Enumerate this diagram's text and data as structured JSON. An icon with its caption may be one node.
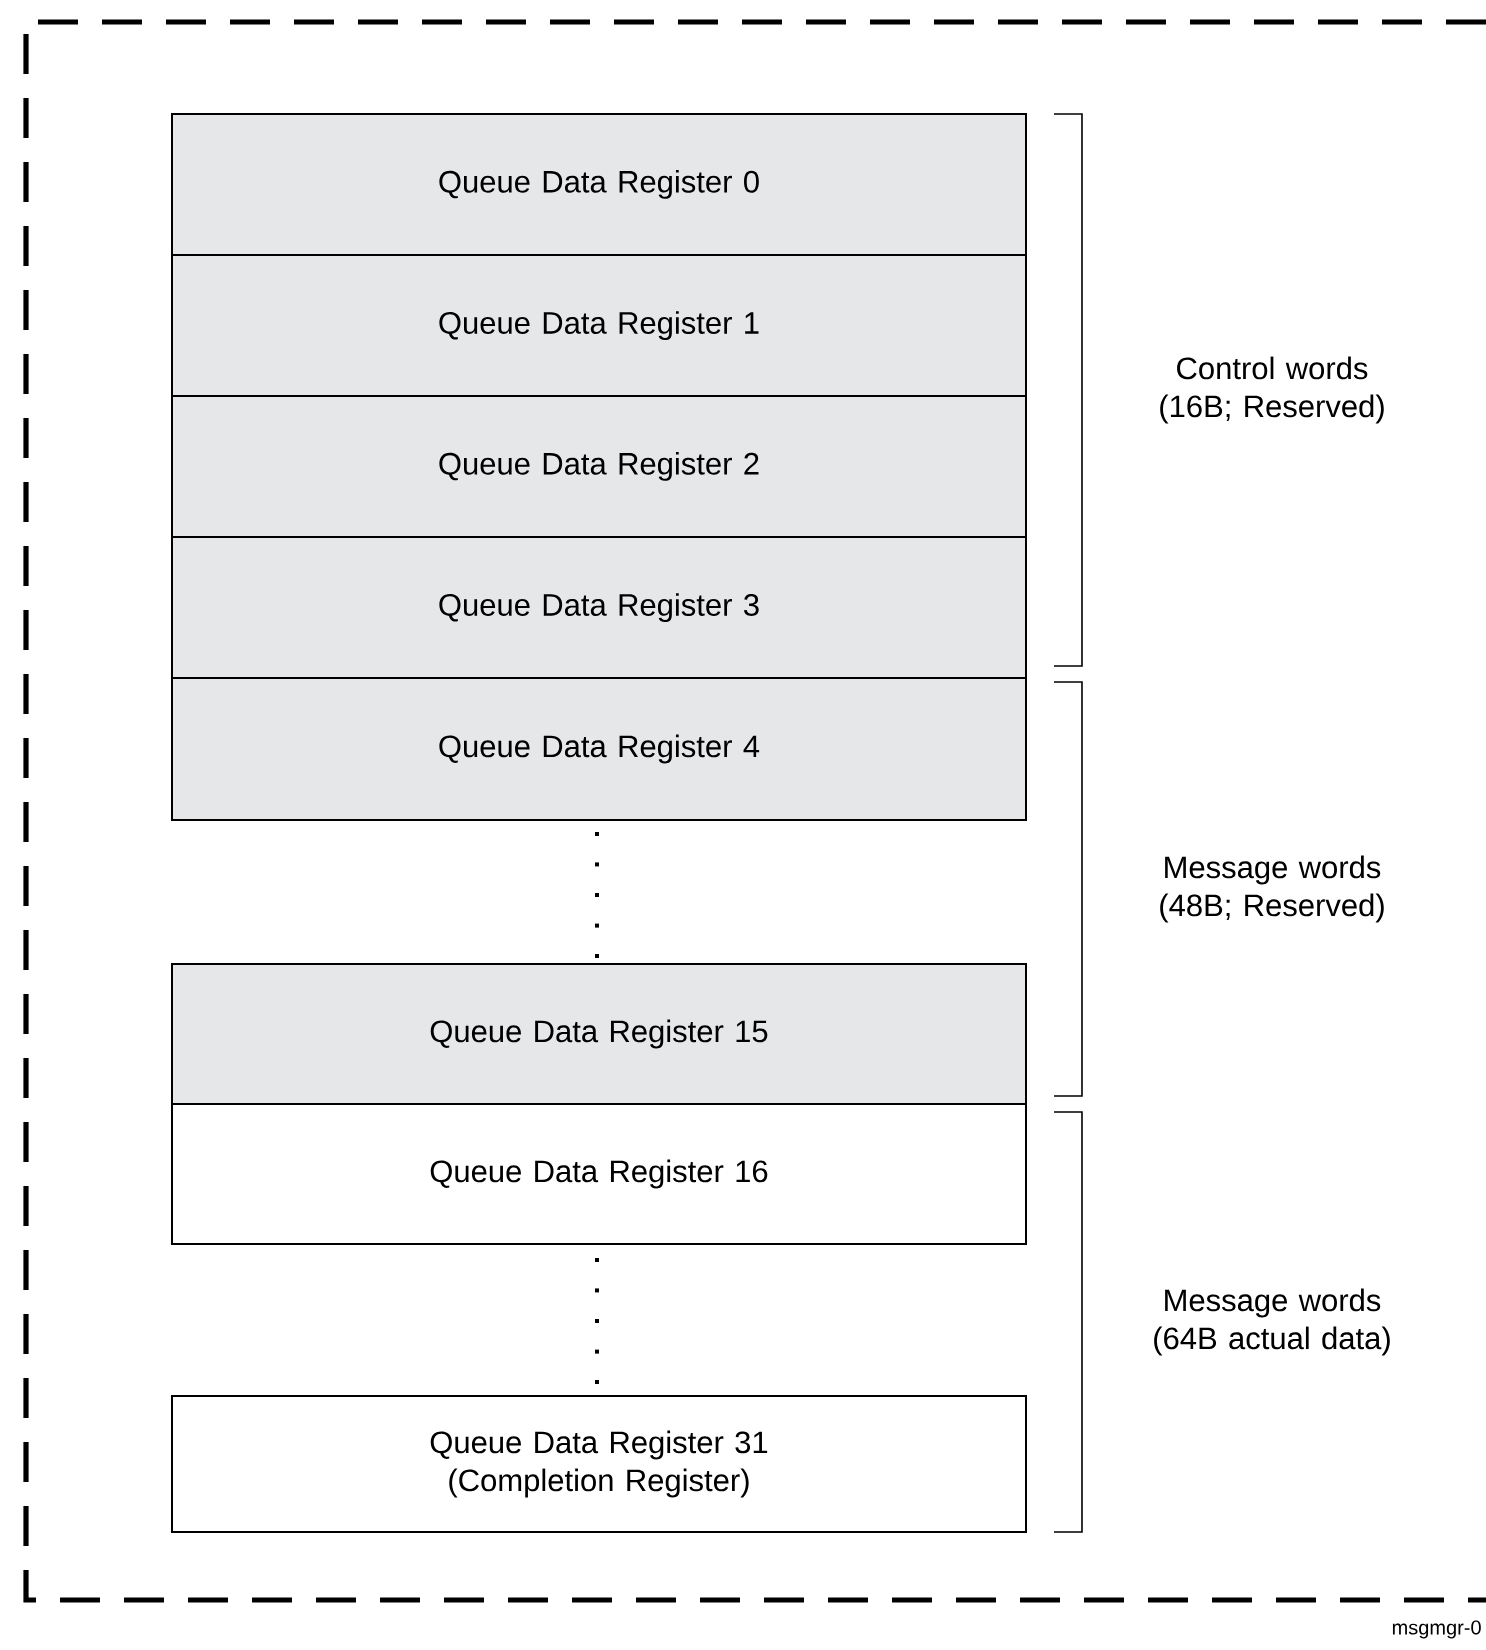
{
  "diagram": {
    "nodes": [
      {
        "text": [
          "Queue Data Register 0"
        ]
      },
      {
        "text": [
          "Queue Data Register 1"
        ]
      },
      {
        "text": [
          "Queue Data Register 2"
        ]
      },
      {
        "text": [
          "Queue Data Register 3"
        ]
      },
      {
        "text": [
          "Queue Data Register 4"
        ]
      },
      {
        "text": [
          "Queue Data Register 15"
        ]
      },
      {
        "text": [
          "Queue Data Register 16"
        ]
      },
      {
        "text": [
          "Queue Data Register 31 (Completion Register)"
        ]
      }
    ],
    "labels": [
      "Control words (16B; Reserved)",
      "Message words (48B; Reserved)",
      "Message words (64B actual data)",
      "msgmgr-0"
    ]
  }
}
